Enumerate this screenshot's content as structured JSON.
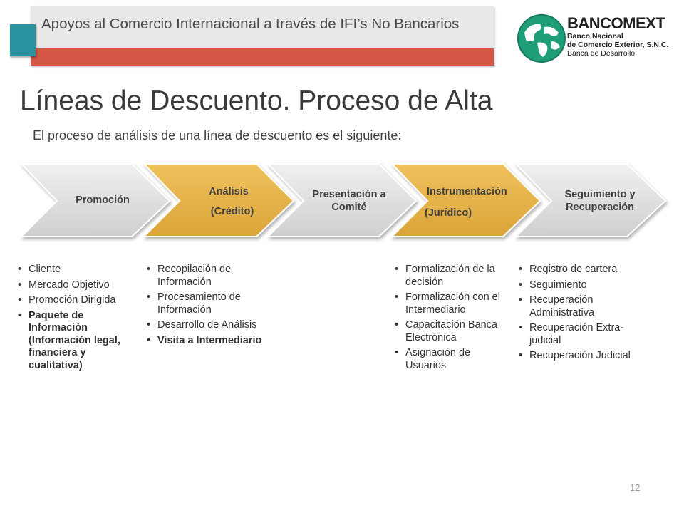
{
  "header": {
    "title": "Apoyos al Comercio Internacional a través de IFI’s No Bancarios",
    "accent_teal": "#29939f",
    "accent_red": "#d35744"
  },
  "logo": {
    "brand": "BANCOMEXT",
    "line1": "Banco Nacional",
    "line2": "de Comercio Exterior, S.N.C.",
    "line3": "Banca de Desarrollo",
    "icon": "globe-map-icon"
  },
  "page_title": "Líneas de Descuento. Proceso de Alta",
  "subtitle": "El proceso de análisis de una línea  de descuento es el siguiente:",
  "steps": [
    {
      "line1": "Promoción",
      "line2": "",
      "color": "#d9d9d9"
    },
    {
      "line1": "Análisis",
      "line2": "(Crédito)",
      "color": "#e8b34a"
    },
    {
      "line1": "Presentación a",
      "line2": "Comité",
      "color": "#d9d9d9"
    },
    {
      "line1": "Instrumentación",
      "line2": "(Jurídico)",
      "color": "#e8b34a"
    },
    {
      "line1": "Seguimiento y",
      "line2": "Recuperación",
      "color": "#d9d9d9"
    }
  ],
  "columns": {
    "promocion": [
      {
        "text": "Cliente",
        "bold": false
      },
      {
        "text": "Mercado Objetivo",
        "bold": false
      },
      {
        "text": "Promoción Dirigida",
        "bold": false
      },
      {
        "text": "Paquete de Información (Información legal, financiera y cualitativa)",
        "bold": true
      }
    ],
    "analisis": [
      {
        "text": "Recopilación de Información",
        "bold": false
      },
      {
        "text": "Procesamiento de Información",
        "bold": false
      },
      {
        "text": "Desarrollo de Análisis",
        "bold": false
      },
      {
        "text": "Visita a Intermediario",
        "bold": true
      }
    ],
    "instrumentacion": [
      {
        "text": "Formalización de la decisión",
        "bold": false
      },
      {
        "text": "Formalización con el Intermediario",
        "bold": false
      },
      {
        "text": "Capacitación Banca Electrónica",
        "bold": false
      },
      {
        "text": "Asignación de Usuarios",
        "bold": false
      }
    ],
    "seguimiento": [
      {
        "text": "Registro de cartera",
        "bold": false
      },
      {
        "text": "Seguimiento",
        "bold": false
      },
      {
        "text": "Recuperación Administrativa",
        "bold": false
      },
      {
        "text": "Recuperación Extra-judicial",
        "bold": false
      },
      {
        "text": "Recuperación Judicial",
        "bold": false
      }
    ]
  },
  "page_number": "12"
}
